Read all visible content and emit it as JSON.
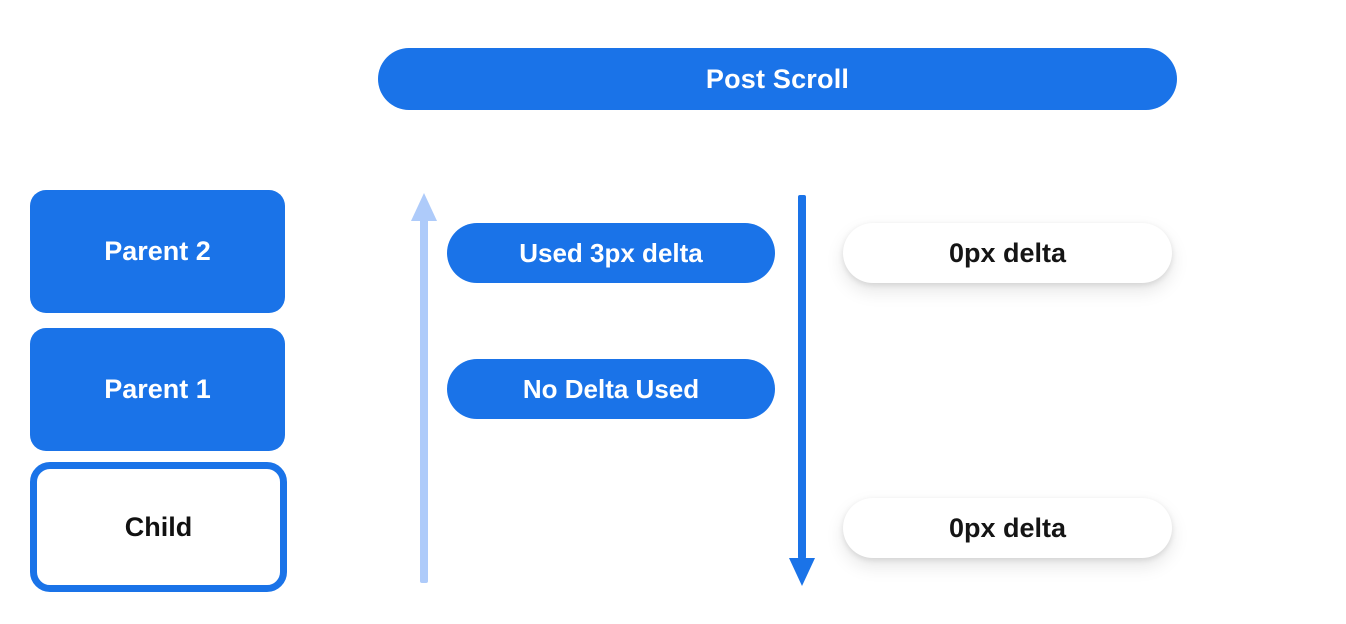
{
  "header": {
    "title": "Post Scroll"
  },
  "colors": {
    "primary_blue": "#1a73e8",
    "light_blue": "#aecbfa",
    "pill_white": "#ffffff",
    "text_on_blue": "#ffffff",
    "text_dark": "#151515",
    "background": "#ffffff"
  },
  "hierarchy": {
    "items": [
      {
        "label": "Parent 2",
        "variant": "filled"
      },
      {
        "label": "Parent 1",
        "variant": "filled"
      },
      {
        "label": "Child",
        "variant": "outlined"
      }
    ]
  },
  "annotations": {
    "used_delta": "Used 3px delta",
    "no_delta": "No Delta Used",
    "zero_delta_top": "0px delta",
    "zero_delta_bottom": "0px delta"
  },
  "icons": {
    "up_arrow": "light-blue-up-arrow",
    "down_arrow": "blue-down-arrow"
  }
}
